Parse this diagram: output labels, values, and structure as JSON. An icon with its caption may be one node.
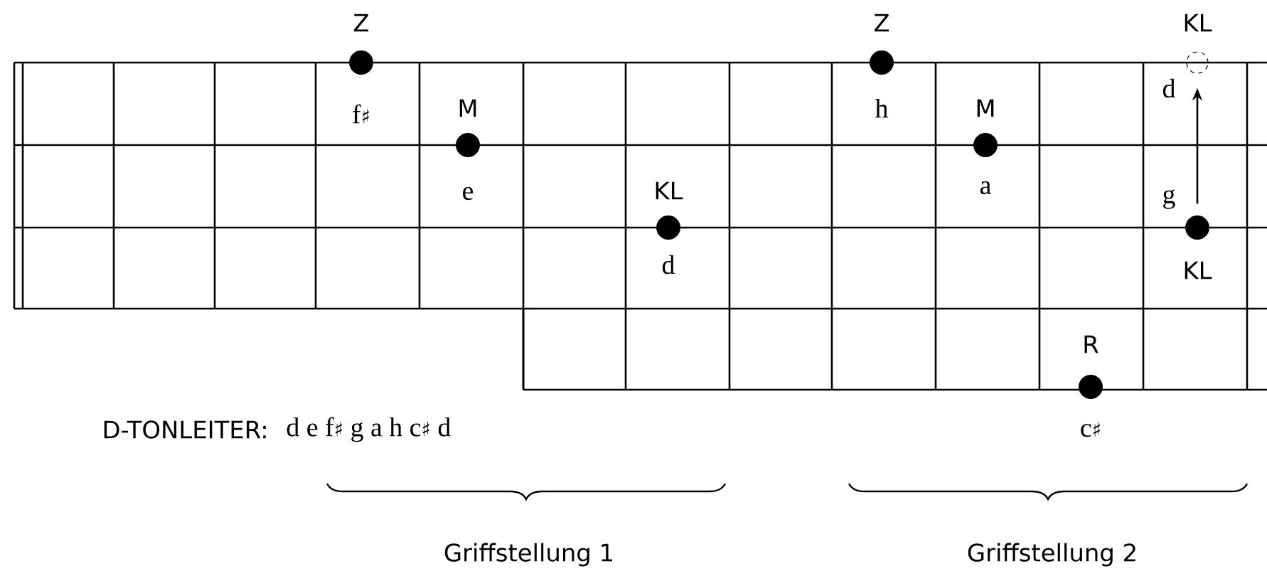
{
  "diagram": {
    "nodes": [
      {
        "text": [],
        "shape": "circle",
        "beside": [
          "Z",
          "f♯"
        ]
      },
      {
        "text": [],
        "shape": "circle",
        "beside": [
          "Z",
          "h"
        ]
      },
      {
        "text": [],
        "shape": "circle",
        "beside": [
          "KL",
          "d"
        ]
      },
      {
        "text": [],
        "shape": "circle",
        "beside": [
          "M",
          "e"
        ]
      },
      {
        "text": [],
        "shape": "circle",
        "beside": [
          "M",
          "a"
        ]
      },
      {
        "text": [],
        "shape": "circle",
        "beside": [
          "KL",
          "d"
        ]
      },
      {
        "text": [],
        "shape": "circle",
        "beside": [
          "g",
          "KL"
        ]
      },
      {
        "text": [],
        "shape": "circle",
        "beside": [
          "R",
          "c♯"
        ]
      }
    ],
    "edges": [
      {
        "from": 6,
        "to": 2,
        "arrow": "to"
      }
    ],
    "labels": [
      "D-TONLEITER:",
      "d e f♯ g a h c♯ d",
      "Griffstellung 1",
      "Griffstellung 2"
    ]
  }
}
